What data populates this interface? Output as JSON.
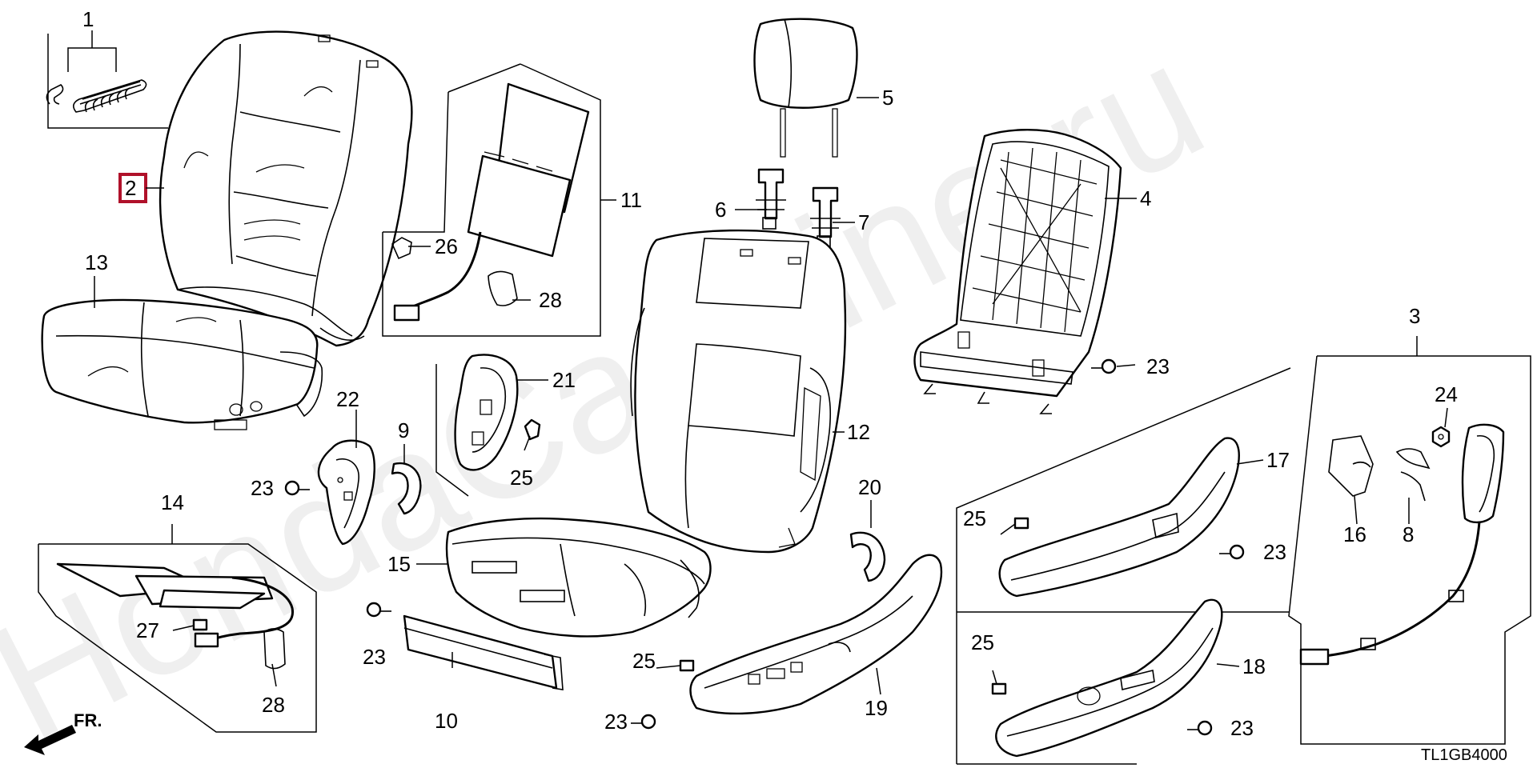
{
  "watermark": "HondaCarMine.ru",
  "diagram_code": "TL1GB4000",
  "direction_label": "FR.",
  "highlighted_callout": "2",
  "highlight_color": "#b0112a",
  "callouts": {
    "c1": "1",
    "c2": "2",
    "c3": "3",
    "c4": "4",
    "c5": "5",
    "c6": "6",
    "c7": "7",
    "c8": "8",
    "c9": "9",
    "c10": "10",
    "c11": "11",
    "c12": "12",
    "c13": "13",
    "c14": "14",
    "c15": "15",
    "c16": "16",
    "c17": "17",
    "c18": "18",
    "c19": "19",
    "c20": "20",
    "c21": "21",
    "c22": "22",
    "c23a": "23",
    "c23b": "23",
    "c23c": "23",
    "c23d": "23",
    "c23e": "23",
    "c23f": "23",
    "c24": "24",
    "c25a": "25",
    "c25b": "25",
    "c25c": "25",
    "c25d": "25",
    "c26": "26",
    "c27": "27",
    "c28a": "28",
    "c28b": "28"
  }
}
